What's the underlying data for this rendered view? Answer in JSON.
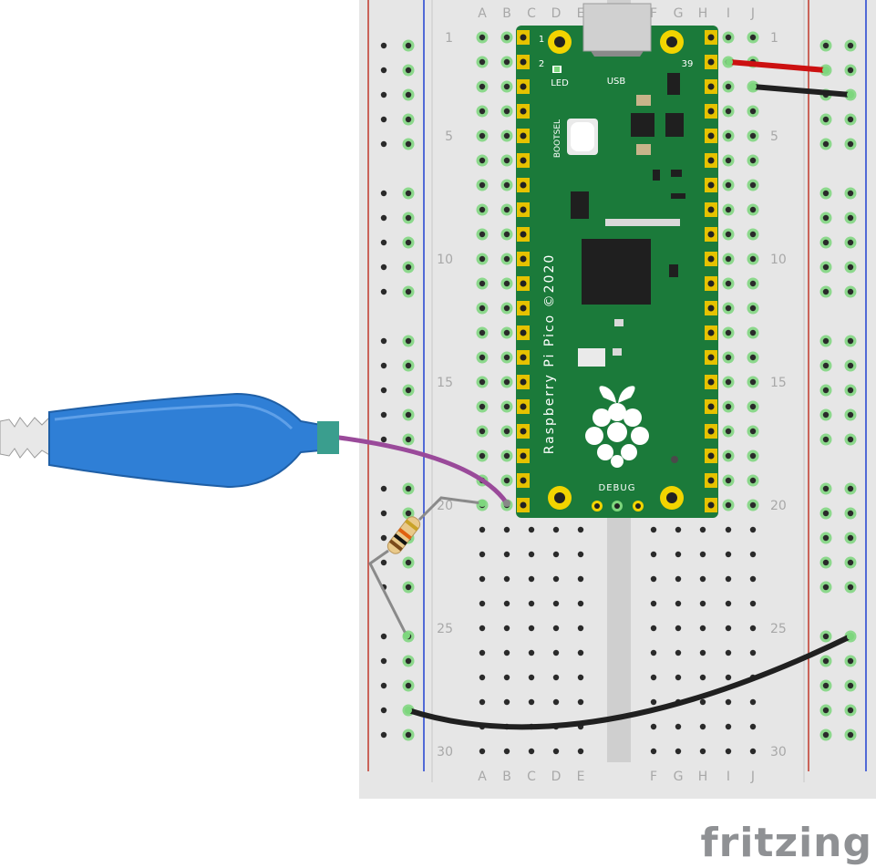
{
  "breadboard": {
    "column_labels_left": [
      "A",
      "B",
      "C",
      "D",
      "E"
    ],
    "column_labels_right": [
      "F",
      "G",
      "H",
      "I",
      "J"
    ],
    "row_labels": [
      "1",
      "5",
      "10",
      "15",
      "20",
      "25",
      "30"
    ],
    "row_count": 30,
    "colors": {
      "board": "#e6e6e6",
      "hole": "#2a2a2a",
      "connected_ring": "#8cd88c",
      "label": "#a8a8a8",
      "rail_red": "#c0392b",
      "rail_blue": "#2040d0"
    }
  },
  "pico": {
    "board_text": "Raspberry Pi Pico ©2020",
    "usb_label": "USB",
    "led_label": "LED",
    "bootsel_label": "BOOTSEL",
    "debug_label": "DEBUG",
    "pin_1_label": "1",
    "pin_2_label": "2",
    "pin_39_label": "39",
    "colors": {
      "pcb": "#1b7a3a",
      "mount_hole": "#f2d400",
      "pad": "#e6c200"
    }
  },
  "components": {
    "clip_color": "#2f7fd6",
    "resistor_color": "#e9c98a",
    "wire_colors": {
      "red": "#cc1111",
      "black": "#202020",
      "purple": "#9a4a9a"
    }
  },
  "brand": {
    "logo_text": "fritzing"
  }
}
